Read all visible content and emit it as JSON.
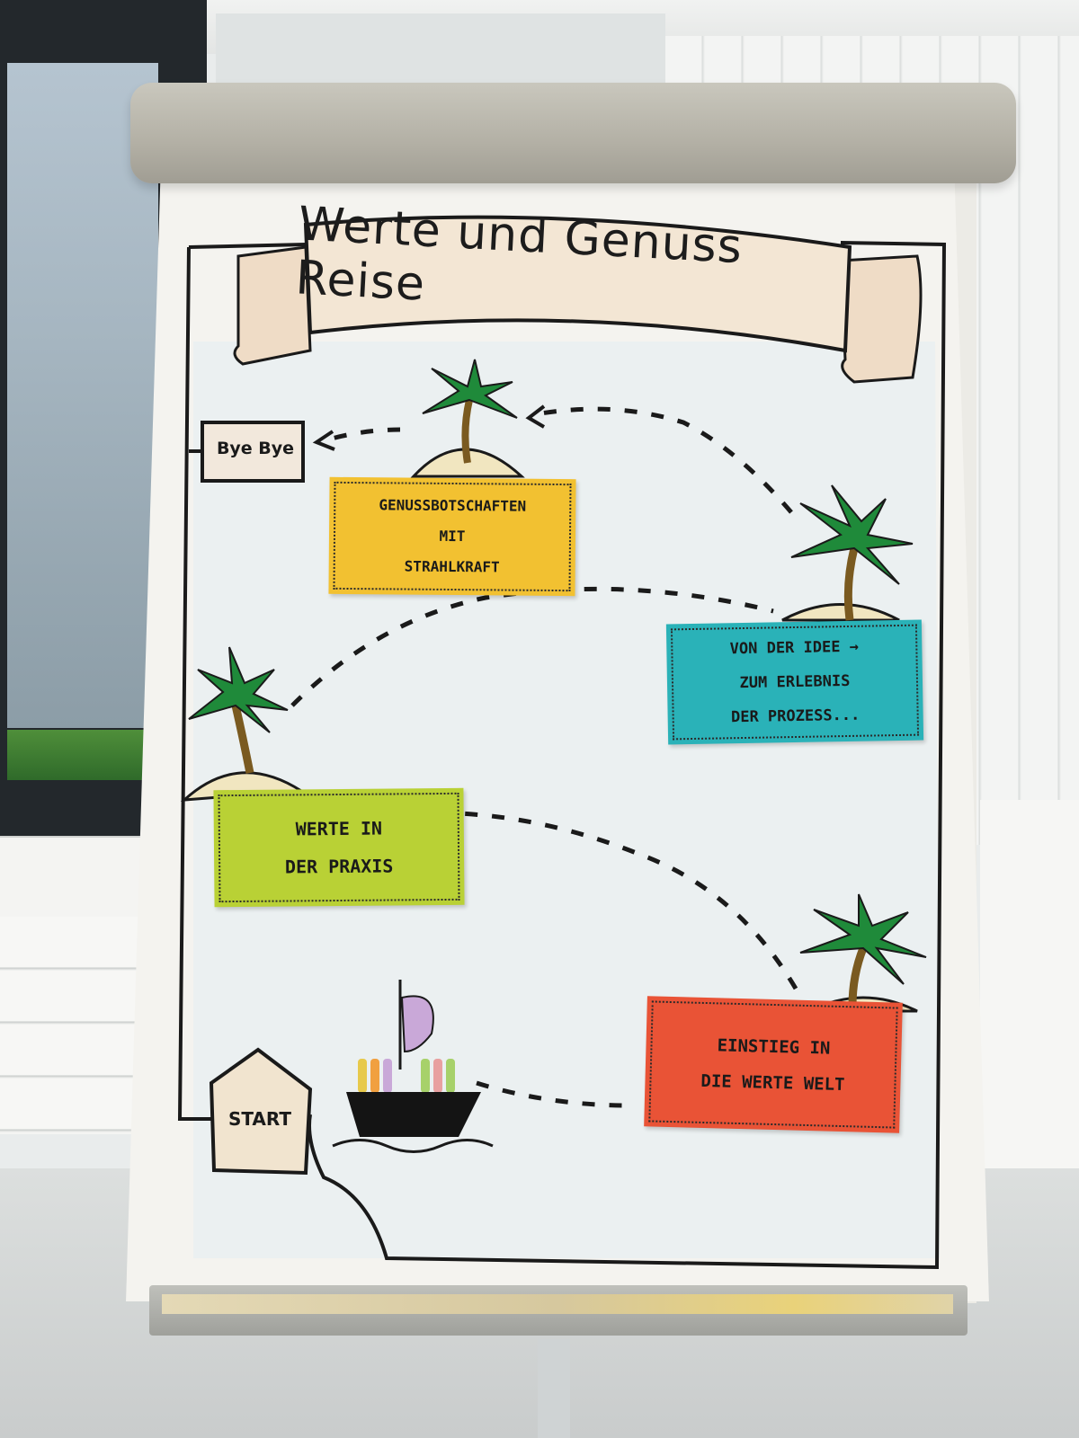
{
  "flipchart": {
    "title": "Werte und Genuss Reise",
    "exit_label": "Bye Bye",
    "start_label": "START",
    "stations": [
      {
        "lines": [
          "Einstieg in",
          "die Werte Welt"
        ],
        "color": "#e95336"
      },
      {
        "lines": [
          "Werte in",
          "der Praxis"
        ],
        "color": "#b9d135"
      },
      {
        "lines": [
          "Von der Idee →",
          "zum Erlebnis",
          "der Prozess..."
        ],
        "color": "#2ab2b8"
      },
      {
        "lines": [
          "Genussbotschaften",
          "mit",
          "Strahlkraft"
        ],
        "color": "#f2c131"
      }
    ]
  }
}
